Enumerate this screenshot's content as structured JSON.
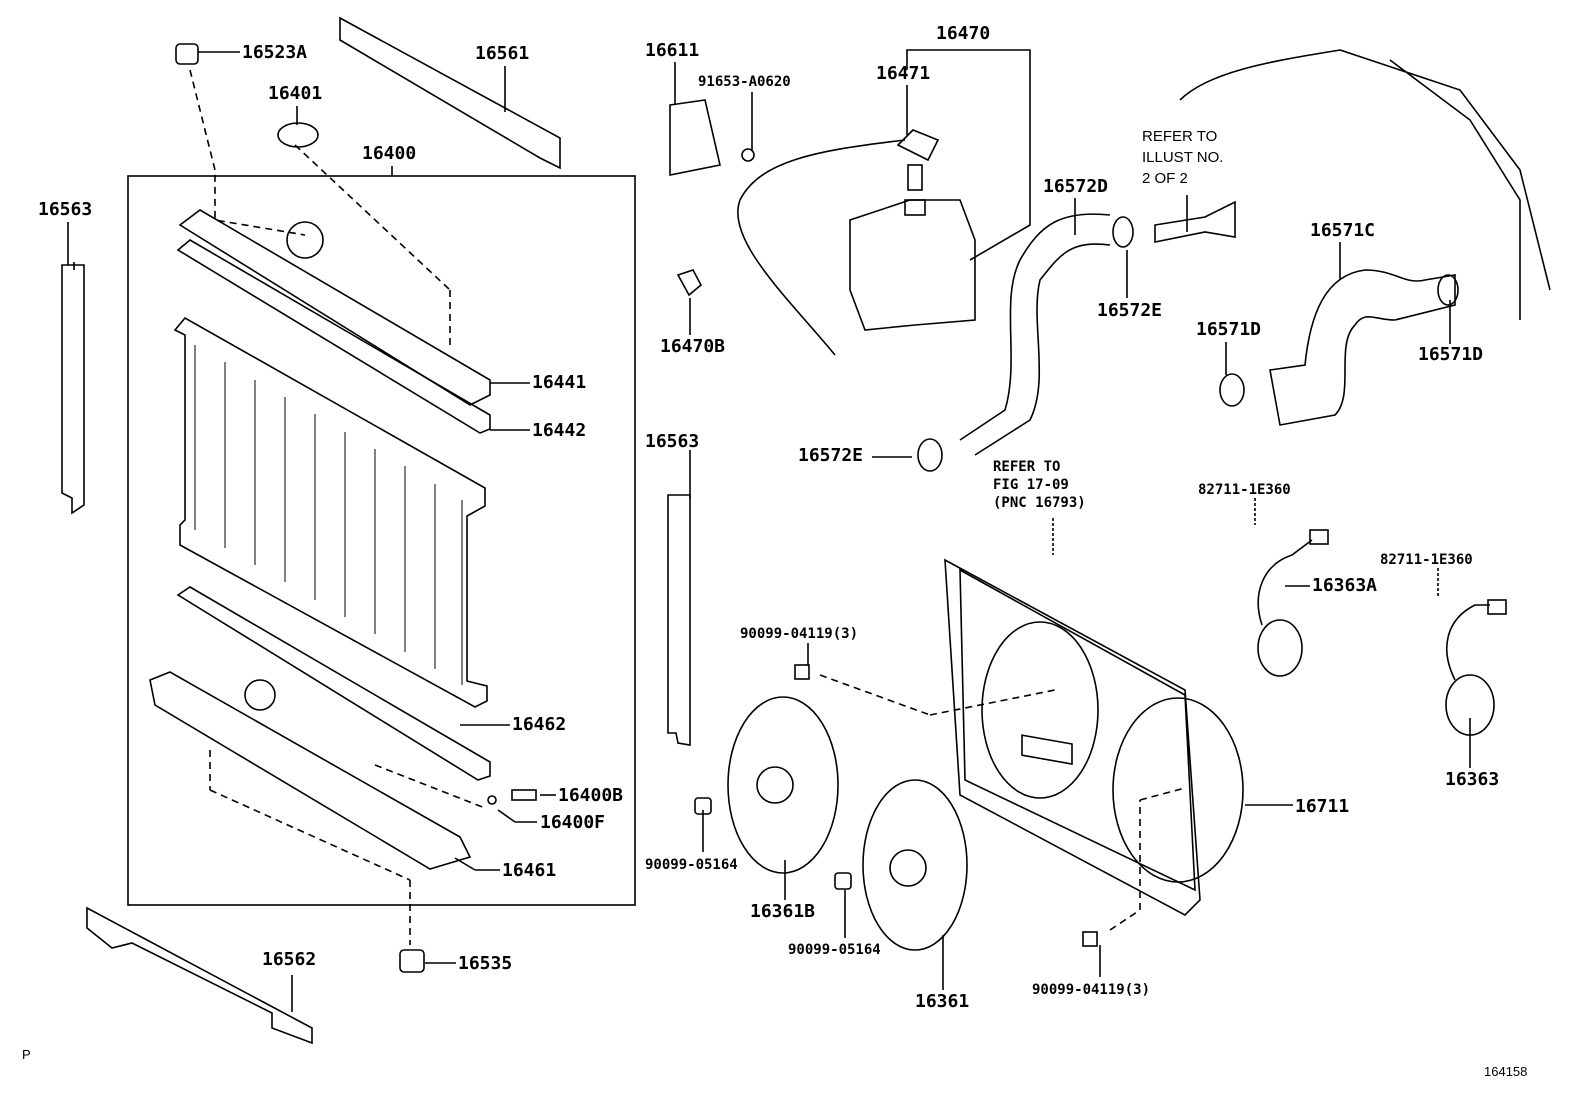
{
  "diagram_title_code": "164158",
  "page_marker": "P",
  "labels": {
    "p16523A": "16523A",
    "p16561": "16561",
    "p16401": "16401",
    "p16400": "16400",
    "p16563_left": "16563",
    "p16441": "16441",
    "p16442": "16442",
    "p16462": "16462",
    "p16400B": "16400B",
    "p16400F": "16400F",
    "p16461": "16461",
    "p16535": "16535",
    "p16562": "16562",
    "p16611": "16611",
    "p91653": "91653-A0620",
    "p16470": "16470",
    "p16471": "16471",
    "p16470B": "16470B",
    "p16572D": "16572D",
    "p16572E_top": "16572E",
    "p16571C": "16571C",
    "p16571D_left": "16571D",
    "p16571D_right": "16571D",
    "p16572E_bottom": "16572E",
    "p82711_a": "82711-1E360",
    "p16363A": "16363A",
    "p82711_b": "82711-1E360",
    "p16363": "16363",
    "p16563_mid": "16563",
    "p90099_04119_a": "90099-04119(3)",
    "p90099_05164_a": "90099-05164",
    "p16361B": "16361B",
    "p90099_05164_b": "90099-05164",
    "p16361": "16361",
    "p90099_04119_b": "90099-04119(3)",
    "p16711": "16711"
  },
  "notes": {
    "illust": [
      "REFER TO",
      "ILLUST NO.",
      "2 OF 2"
    ],
    "fig": [
      "REFER TO",
      "FIG 17-09",
      "(PNC 16793)"
    ]
  }
}
